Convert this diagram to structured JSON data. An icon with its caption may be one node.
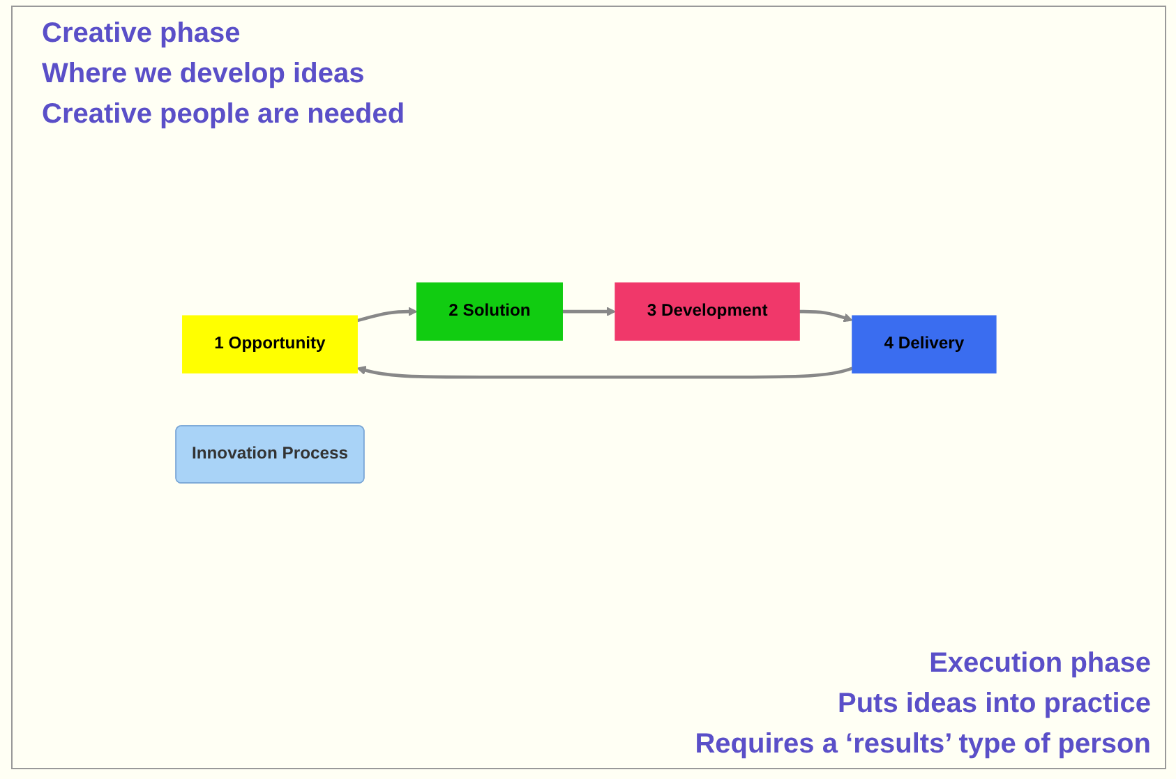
{
  "diagram": {
    "nodes": [
      {
        "text": [
          "1 Opportunity"
        ]
      },
      {
        "text": [
          "2 Solution"
        ]
      },
      {
        "text": [
          "Innovation Process"
        ]
      },
      {
        "text": [
          "4 Delivery"
        ]
      },
      {
        "text": [
          "3 Development"
        ]
      }
    ],
    "edges": [
      {
        "from": 0,
        "to": 1,
        "arrow": "to"
      },
      {
        "from": 1,
        "to": 4,
        "arrow": "to"
      },
      {
        "from": 4,
        "to": 3,
        "arrow": "to"
      },
      {
        "from": 3,
        "to": 0,
        "arrow": "to"
      }
    ],
    "labels": [
      "Creative phase",
      "Where we develop ideas",
      "Creative people are needed",
      "Execution phase",
      "Puts ideas into practice",
      "Requires a ‘results’ type of person"
    ]
  }
}
